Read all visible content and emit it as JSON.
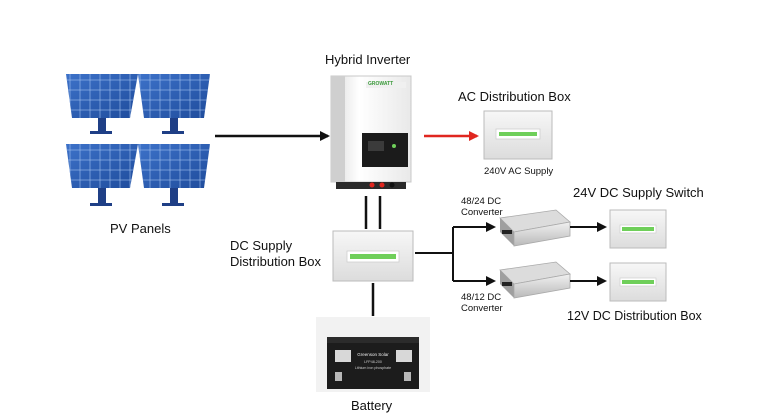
{
  "components": {
    "pv_panels": {
      "label": "PV Panels"
    },
    "inverter": {
      "label": "Hybrid Inverter",
      "brand": "GROWATT"
    },
    "ac_box": {
      "label": "AC Distribution Box",
      "sublabel": "240V AC Supply"
    },
    "dc_box": {
      "label_line1": "DC Supply",
      "label_line2": "Distribution Box"
    },
    "conv_24": {
      "label_line1": "48/24 DC",
      "label_line2": "Converter"
    },
    "conv_12": {
      "label_line1": "48/12 DC",
      "label_line2": "Converter"
    },
    "switch_24": {
      "label": "24V DC Supply Switch"
    },
    "box_12": {
      "label": "12V DC Distribution Box"
    },
    "battery": {
      "label": "Battery",
      "brand": "Greenson Solar",
      "specs_line1": "LFP48-200",
      "specs_line2": "Lithium iron phosphate"
    }
  },
  "colors": {
    "arrow_ac": "#e0261f",
    "arrow_default": "#111111",
    "panel_blue": "#2f5fb3",
    "indicator_green": "#6fcf5a"
  }
}
